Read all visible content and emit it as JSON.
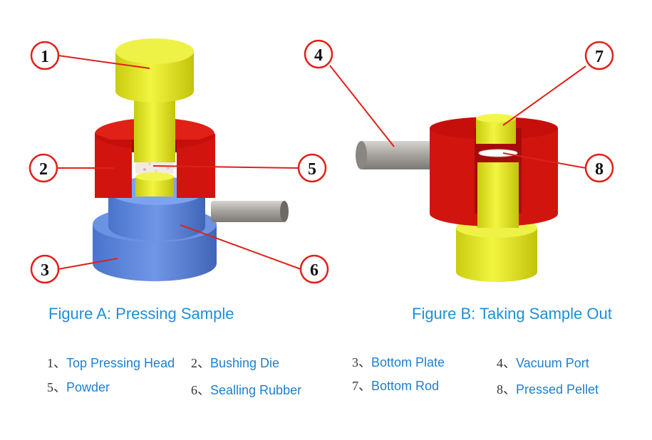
{
  "figure_a": {
    "title": "Figure A:  Pressing Sample"
  },
  "figure_b": {
    "title": "Figure B: Taking Sample Out"
  },
  "callouts": [
    "1",
    "2",
    "3",
    "4",
    "5",
    "6",
    "7",
    "8"
  ],
  "legend": [
    {
      "num": "1",
      "sep": "、",
      "label": "Top Pressing Head"
    },
    {
      "num": "2",
      "sep": "、",
      "label": "Bushing Die"
    },
    {
      "num": "3",
      "sep": "、",
      "label": "Bottom Plate"
    },
    {
      "num": "4",
      "sep": "、",
      "label": "Vacuum Port"
    },
    {
      "num": "5",
      "sep": "、",
      "label": "Powder"
    },
    {
      "num": "6",
      "sep": "、",
      "label": "Sealling Rubber"
    },
    {
      "num": "7",
      "sep": "、",
      "label": "Bottom Rod"
    },
    {
      "num": "8",
      "sep": "、",
      "label": "Pressed Pellet"
    }
  ],
  "colors": {
    "callout_line": "#e0201a",
    "bushing_red": "#d2140f",
    "head_yellow": "#e8ec1e",
    "plate_blue": "#5b86dc",
    "port_gray": "#a7a4a0",
    "text_blue": "#1e8fd6"
  }
}
